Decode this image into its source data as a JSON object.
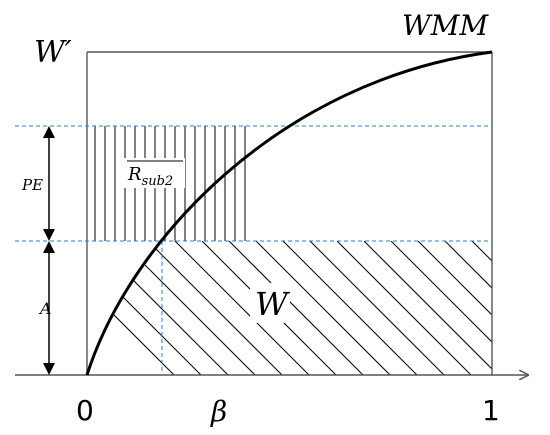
{
  "labels": {
    "w_prime": "W′",
    "wmm": "WMM",
    "pe": "PE",
    "a": "A",
    "r_base": "R",
    "r_sub": "sub2",
    "w": "W",
    "x_zero": "0",
    "x_beta": "β",
    "x_one": "1"
  },
  "colors": {
    "axis": "#555555",
    "curve": "#000000",
    "hatch": "#000000",
    "dashed": "#2e7fc1"
  }
}
